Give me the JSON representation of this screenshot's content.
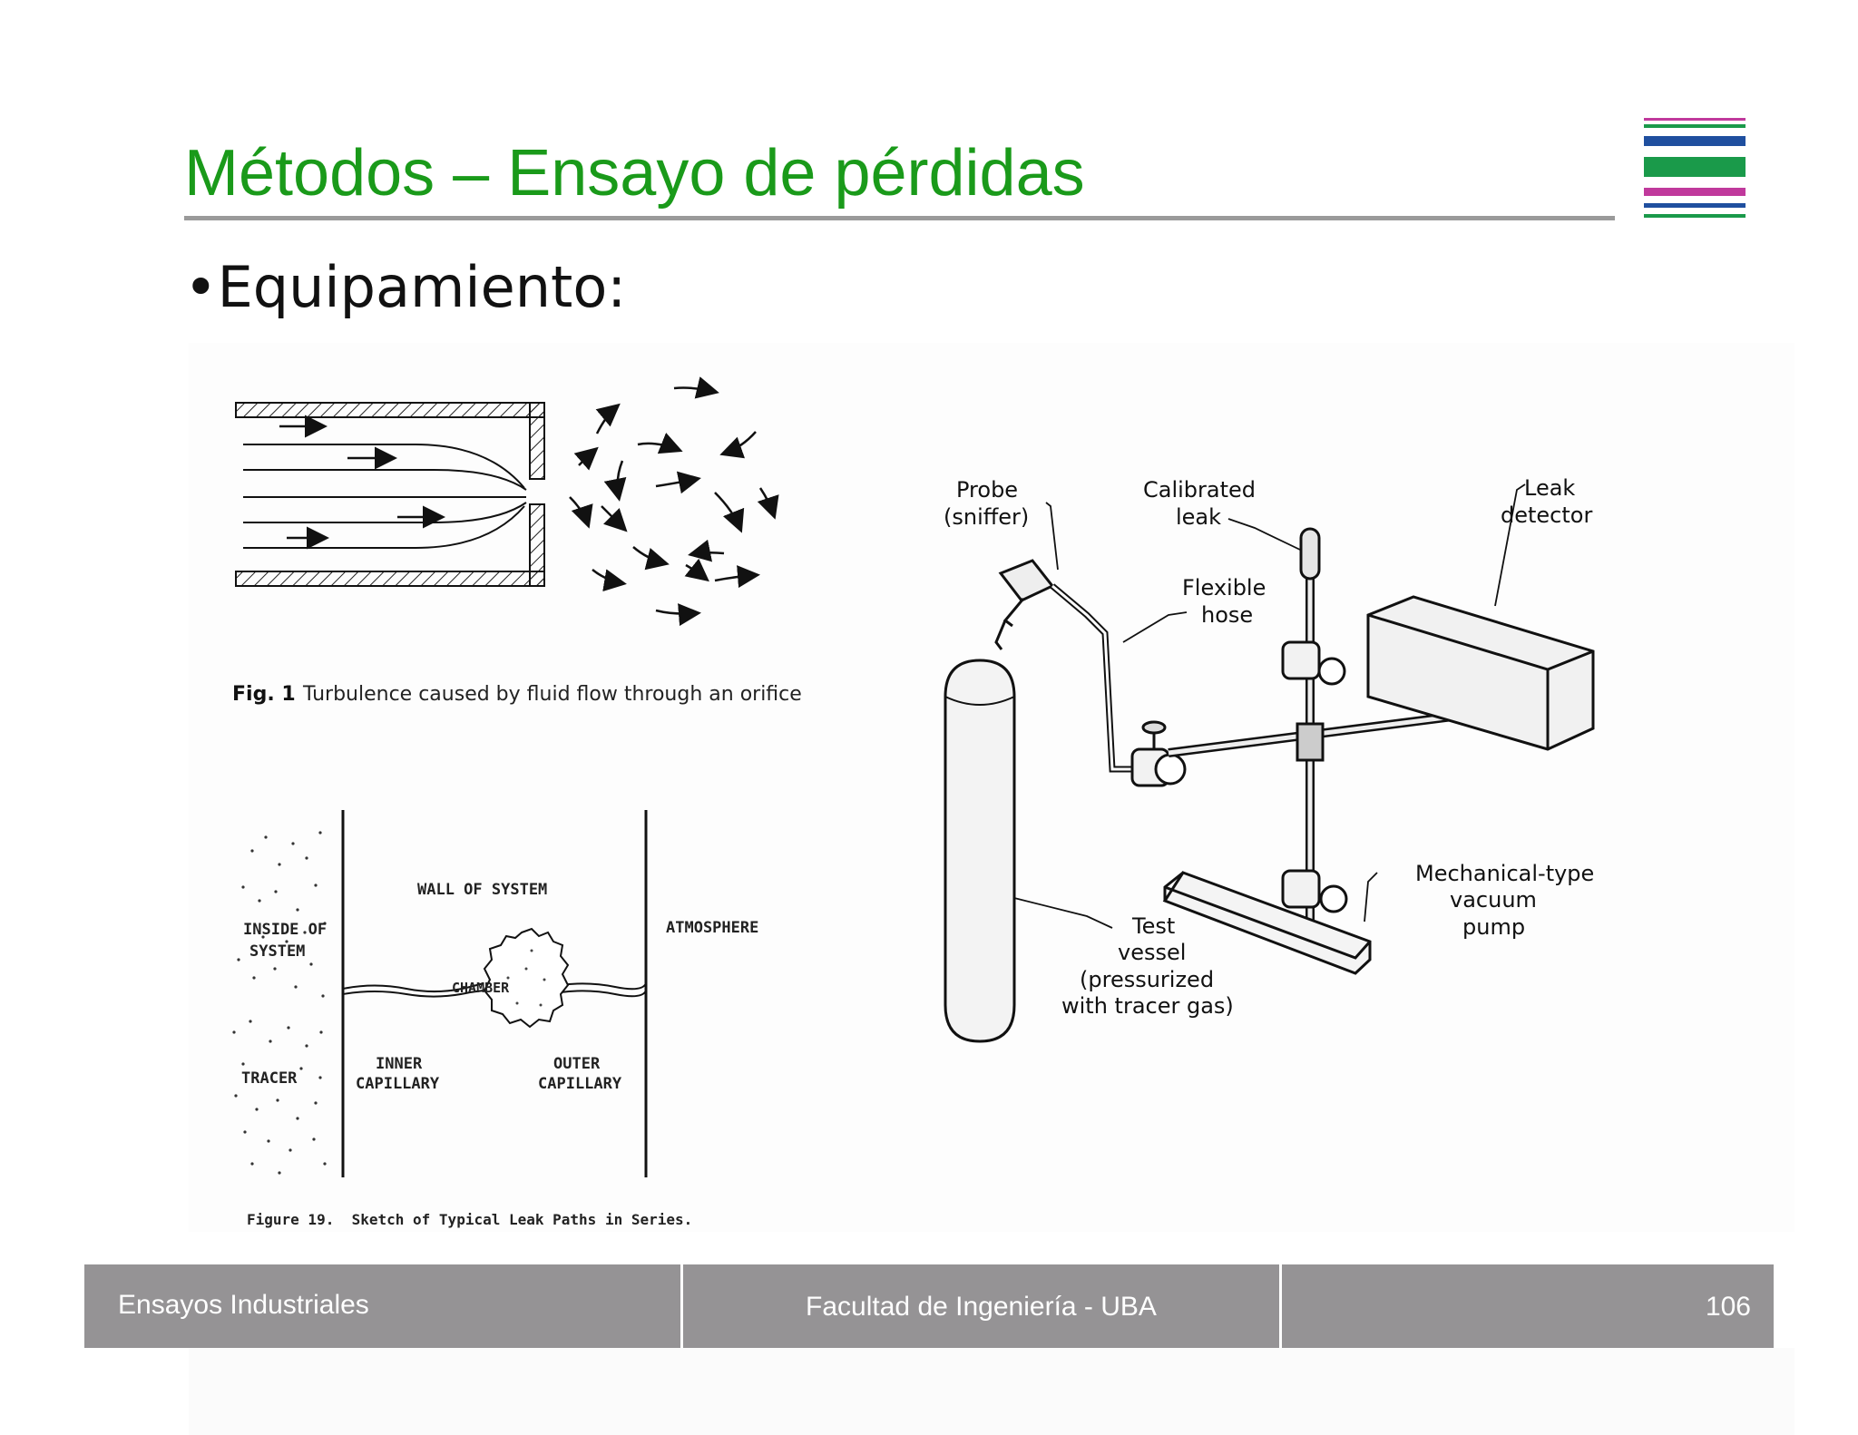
{
  "slide": {
    "title": "Métodos – Ensayo de pérdidas",
    "bullet": "•Equipamiento:"
  },
  "logo": {
    "icon": "striped-logo-icon",
    "stripe_colors": [
      "#c0399c",
      "#1a9a4a",
      "#1f4f9f",
      "#1a9a4a",
      "#c0399c",
      "#1f4f9f",
      "#1a9a4a"
    ]
  },
  "figure1": {
    "caption_bold": "Fig. 1",
    "caption_text": "Turbulence caused by fluid flow through an orifice"
  },
  "figure19": {
    "labels": {
      "wall": "WALL OF SYSTEM",
      "atmosphere": "ATMOSPHERE",
      "inside_1": "INSIDE OF",
      "inside_2": "SYSTEM",
      "chamber": "CHAMBER",
      "tracer": "TRACER",
      "inner_1": "INNER",
      "inner_2": "CAPILLARY",
      "outer_1": "OUTER",
      "outer_2": "CAPILLARY"
    },
    "caption": "Figure 19.  Sketch of Typical Leak Paths in Series."
  },
  "apparatus": {
    "labels": {
      "probe_1": "Probe",
      "probe_2": "(sniffer)",
      "calibrated_1": "Calibrated",
      "calibrated_2": "leak",
      "leak_det_1": "Leak",
      "leak_det_2": "detector",
      "flexible_1": "Flexible",
      "flexible_2": "hose",
      "pump_1": "Mechanical-type",
      "pump_2": "vacuum",
      "pump_3": "pump",
      "test_1": "Test",
      "test_2": "vessel",
      "test_3": "(pressurized",
      "test_4": "with tracer gas)"
    }
  },
  "footer": {
    "left": "Ensayos Industriales",
    "center": "Facultad de Ingeniería - UBA",
    "page": "106"
  }
}
